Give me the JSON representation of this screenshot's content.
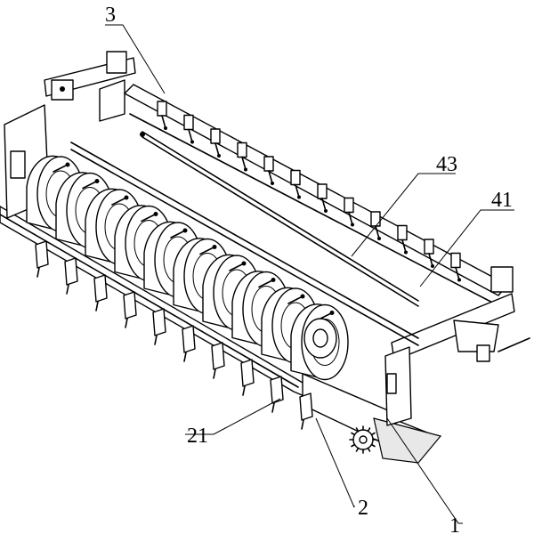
{
  "callouts": [
    {
      "id": "c3",
      "label": "3"
    },
    {
      "id": "c43",
      "label": "43"
    },
    {
      "id": "c41",
      "label": "41"
    },
    {
      "id": "c21",
      "label": "21"
    },
    {
      "id": "c2",
      "label": "2"
    },
    {
      "id": "c1",
      "label": "1"
    }
  ],
  "parts": {
    "disc_count": 10,
    "upper_roller_collars": 12
  }
}
